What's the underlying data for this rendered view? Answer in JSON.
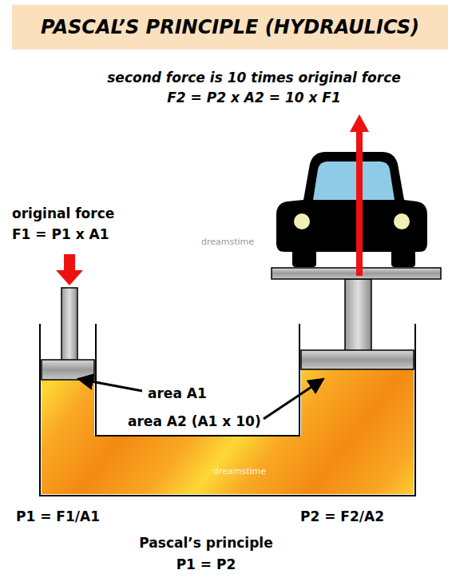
{
  "diagram": {
    "title": "PASCAL’S PRINCIPLE (HYDRAULICS)",
    "labels": [
      "second force is 10 times original force",
      "F2 = P2 x A2 = 10 x F1",
      "original force",
      "F1 = P1 x A1",
      "area A1",
      "area A2 (A1 x 10)",
      "P1 = F1/A1",
      "P2 = F2/A2",
      "Pascal’s principle",
      "P1 = P2",
      "dreamstime",
      "dreamstime"
    ]
  }
}
